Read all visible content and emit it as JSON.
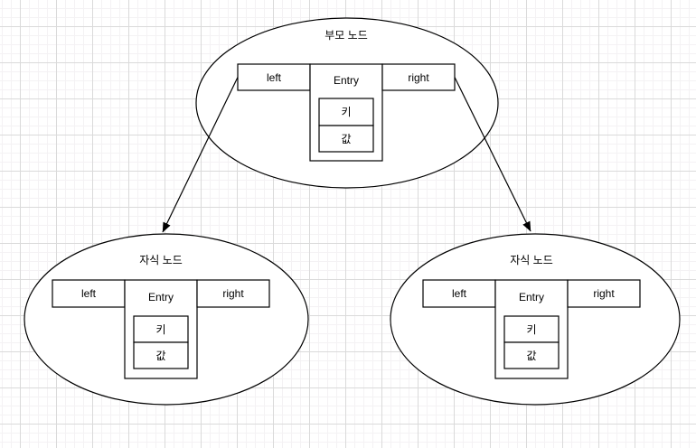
{
  "canvas": {
    "bg": "#ffffff",
    "grid_minor": "#f4f2f4",
    "grid_major": "#dadada",
    "stroke": "#000000",
    "text_color": "#000000"
  },
  "nodes": {
    "parent": {
      "title": "부모 노드",
      "cells": {
        "left": "left",
        "entry": "Entry",
        "right": "right",
        "key": "키",
        "value": "값"
      }
    },
    "child_left": {
      "title": "자식 노드",
      "cells": {
        "left": "left",
        "entry": "Entry",
        "right": "right",
        "key": "키",
        "value": "값"
      }
    },
    "child_right": {
      "title": "자식 노드",
      "cells": {
        "left": "left",
        "entry": "Entry",
        "right": "right",
        "key": "키",
        "value": "값"
      }
    }
  },
  "edges": [
    {
      "from": "parent",
      "to": "child_left",
      "style": "solid",
      "arrow": "filled-triangle"
    },
    {
      "from": "parent",
      "to": "child_right",
      "style": "solid",
      "arrow": "filled-triangle"
    }
  ]
}
